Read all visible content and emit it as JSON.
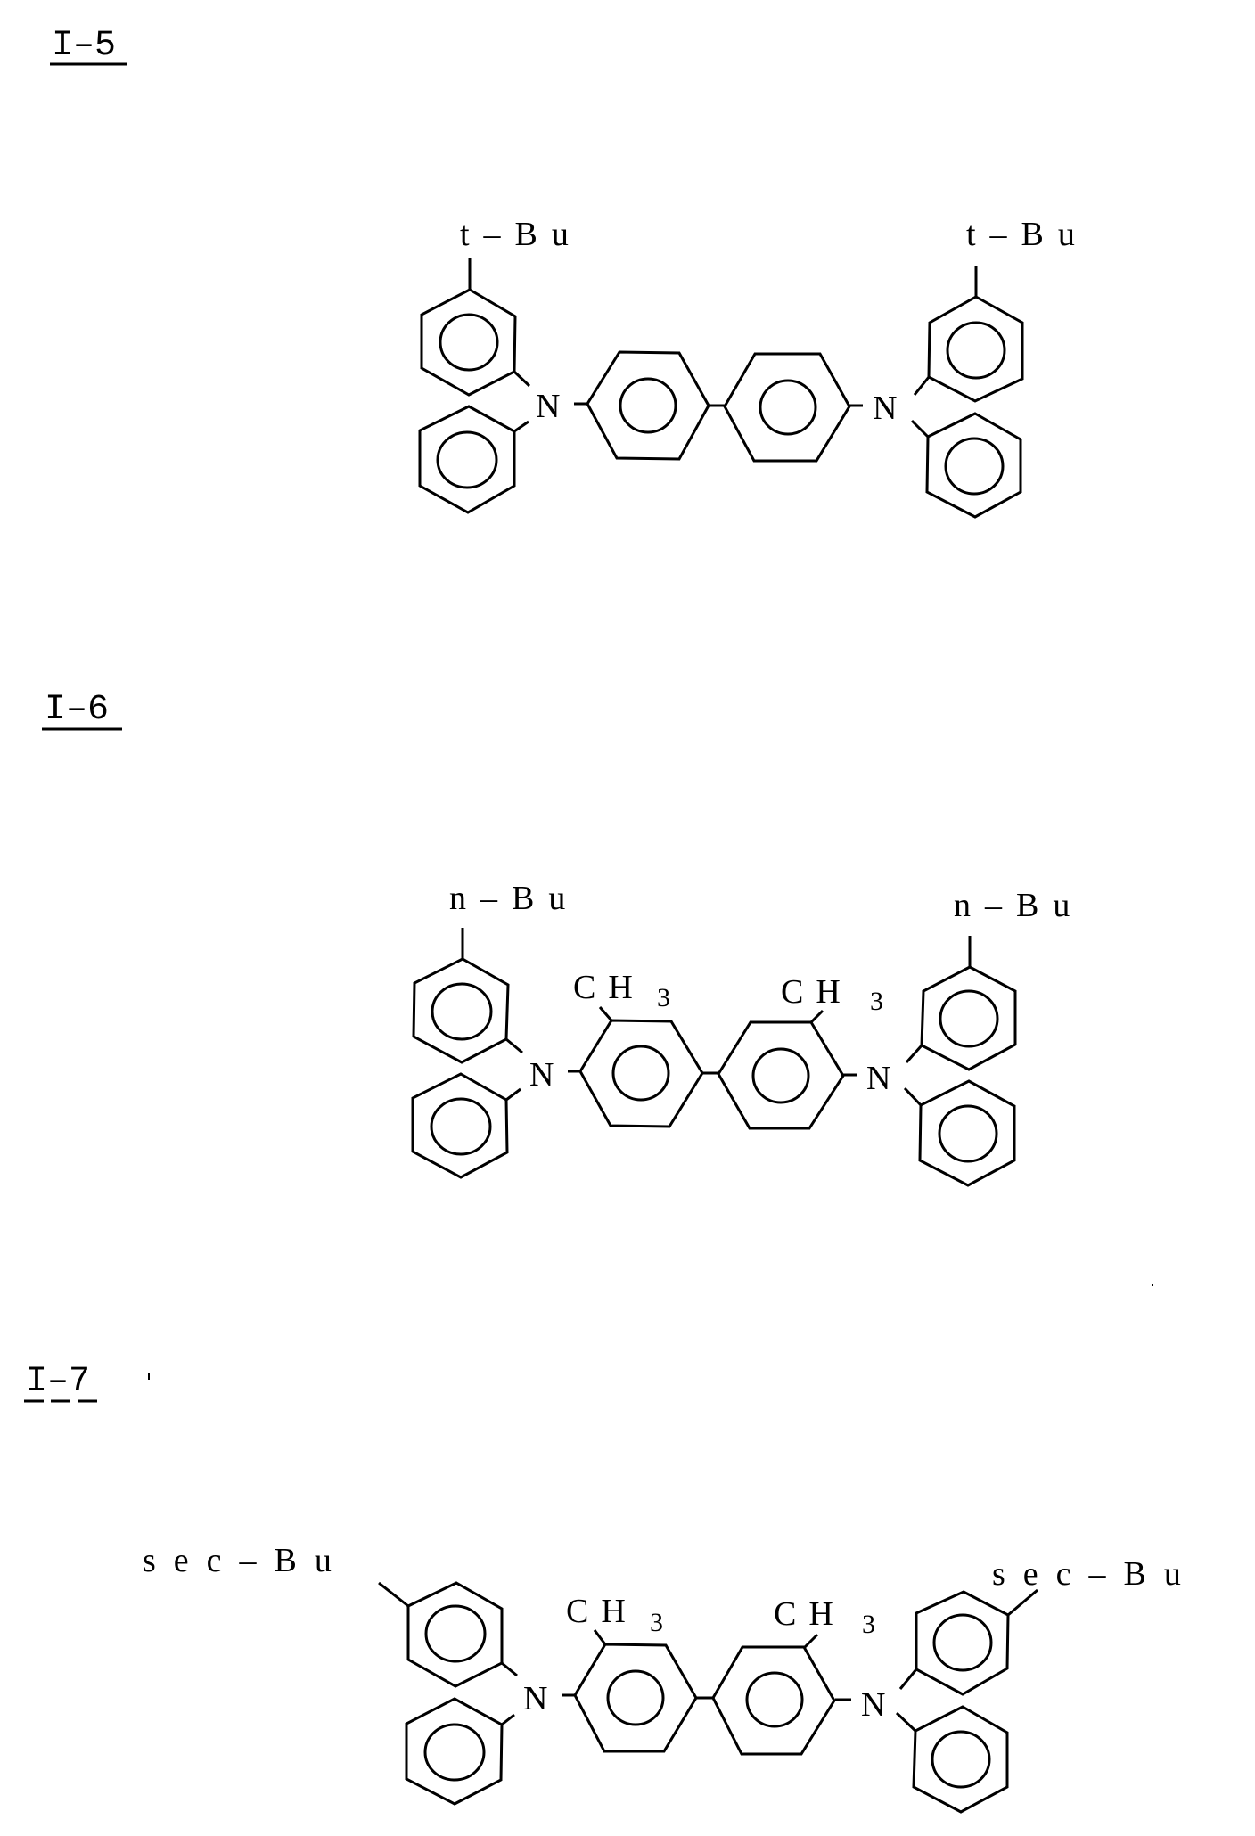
{
  "compounds": [
    {
      "id": "I-5",
      "label": "I-5",
      "substituents": {
        "left": "t-Bu",
        "right": "t-Bu"
      },
      "core_methyl": null,
      "atoms": {
        "n_left": "N",
        "n_right": "N"
      }
    },
    {
      "id": "I-6",
      "label": "I-6",
      "substituents": {
        "left": "n-Bu",
        "right": "n-Bu"
      },
      "core_methyl": {
        "left_c": "CH",
        "left_idx": "3",
        "right_c": "CH",
        "right_idx": "3"
      },
      "atoms": {
        "n_left": "N",
        "n_right": "N"
      }
    },
    {
      "id": "I-7",
      "label": "I-7",
      "substituents": {
        "left": "sec-Bu",
        "right": "sec-Bu"
      },
      "core_methyl": {
        "left_c": "CH",
        "left_idx": "3",
        "right_c": "CH",
        "right_idx": "3"
      },
      "atoms": {
        "n_left": "N",
        "n_right": "N"
      }
    }
  ],
  "colors": {
    "ink": "#000000",
    "paper": "#ffffff"
  }
}
